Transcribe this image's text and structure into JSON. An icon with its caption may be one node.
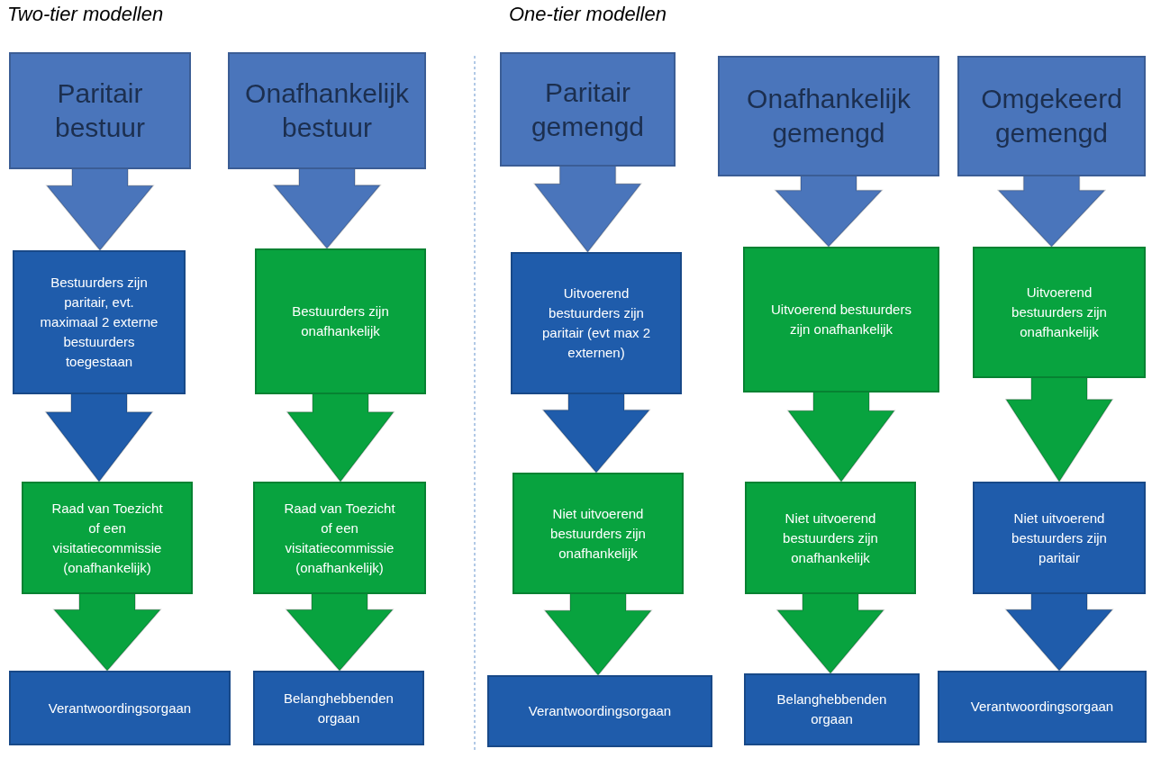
{
  "diagram": {
    "nodes": [
      {
        "text": [
          "Paritair bestuur"
        ]
      },
      {
        "text": [
          "Bestuurders zijn paritair, evt. maximaal 2 externe bestuurders toegestaan"
        ]
      },
      {
        "text": [
          "Raad van Toezicht of een visitatiecommissie (onafhankelijk)"
        ]
      },
      {
        "text": [
          "Verantwoordingsorgaan"
        ]
      },
      {
        "text": [
          "Onafhankelijk bestuur"
        ]
      },
      {
        "text": [
          "Bestuurders zijn onafhankelijk"
        ]
      },
      {
        "text": [
          "Raad van Toezicht of een visitatiecommissie (onafhankelijk)"
        ]
      },
      {
        "text": [
          "Belanghebbenden orgaan"
        ]
      },
      {
        "text": [
          "Paritair gemengd"
        ]
      },
      {
        "text": [
          "Uitvoerend bestuurders zijn paritair (evt max 2 externen)"
        ]
      },
      {
        "text": [
          "Niet uitvoerend bestuurders zijn onafhankelijk"
        ]
      },
      {
        "text": [
          "Verantwoordingsorgaan"
        ]
      },
      {
        "text": [
          "Onafhankelijk gemengd"
        ]
      },
      {
        "text": [
          "Uitvoerend bestuurders zijn onafhankelijk"
        ]
      },
      {
        "text": [
          "Niet uitvoerend bestuurders zijn onafhankelijk"
        ]
      },
      {
        "text": [
          "Belanghebbenden orgaan"
        ]
      },
      {
        "text": [
          "Omgekeerd gemengd"
        ]
      },
      {
        "text": [
          "Uitvoerend bestuurders zijn onafhankelijk"
        ]
      },
      {
        "text": [
          "Niet uitvoerend bestuurders zijn paritair"
        ]
      },
      {
        "text": [
          "Verantwoordingsorgaan"
        ]
      }
    ],
    "edges": [
      {
        "from": 0,
        "to": 1,
        "arrow": "to",
        "color": "#4a75bb"
      },
      {
        "from": 1,
        "to": 2,
        "arrow": "to",
        "color": "#1f5cab"
      },
      {
        "from": 2,
        "to": 3,
        "arrow": "to",
        "color": "#08a33f"
      },
      {
        "from": 4,
        "to": 5,
        "arrow": "to",
        "color": "#4a75bb"
      },
      {
        "from": 5,
        "to": 6,
        "arrow": "to",
        "color": "#08a33f"
      },
      {
        "from": 6,
        "to": 7,
        "arrow": "to",
        "color": "#08a33f"
      },
      {
        "from": 8,
        "to": 9,
        "arrow": "to",
        "color": "#4a75bb"
      },
      {
        "from": 9,
        "to": 10,
        "arrow": "to",
        "color": "#1f5cab"
      },
      {
        "from": 10,
        "to": 11,
        "arrow": "to",
        "color": "#08a33f"
      },
      {
        "from": 12,
        "to": 13,
        "arrow": "to",
        "color": "#4a75bb"
      },
      {
        "from": 13,
        "to": 14,
        "arrow": "to",
        "color": "#08a33f"
      },
      {
        "from": 14,
        "to": 15,
        "arrow": "to",
        "color": "#08a33f"
      },
      {
        "from": 16,
        "to": 17,
        "arrow": "to",
        "color": "#4a75bb"
      },
      {
        "from": 17,
        "to": 18,
        "arrow": "to",
        "color": "#08a33f"
      },
      {
        "from": 18,
        "to": 19,
        "arrow": "to",
        "color": "#1f5cab"
      }
    ],
    "labels": [
      "Two-tier modellen",
      "One-tier modellen"
    ]
  }
}
